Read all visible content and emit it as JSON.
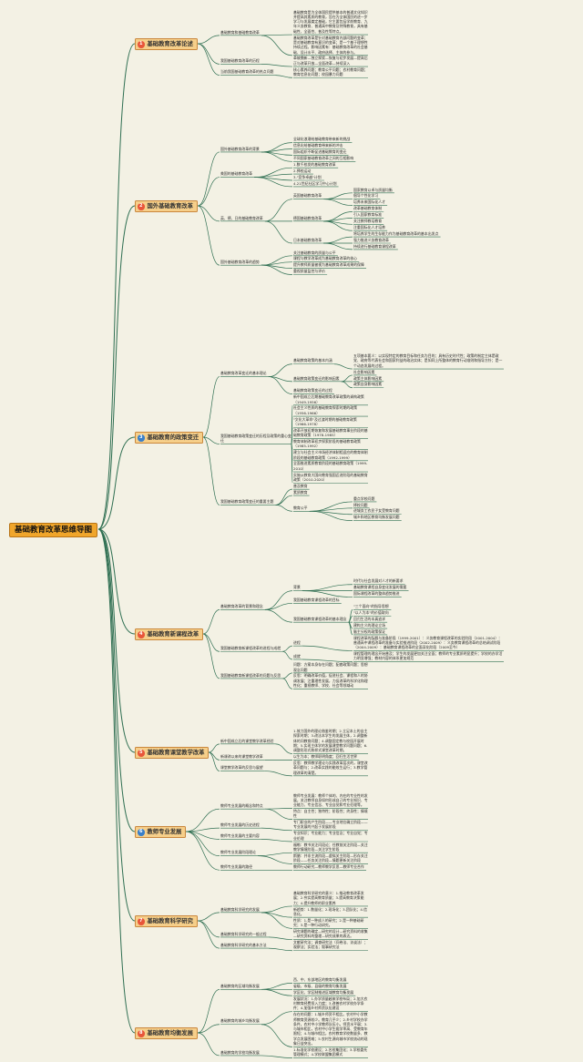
{
  "root": "基础教育改革思维导图",
  "colors": {
    "branch": "#2f6f52",
    "node": "#f6cf8a",
    "badge": "#e8553a",
    "badge_blue": "#3a7fc8",
    "root_fill": "#f0a62b"
  },
  "sections": [
    {
      "num": "1",
      "label": "基础教育改革论述",
      "color": "#e8553a",
      "children": [
        {
          "label": "基础教育和基础教育改革",
          "children": [
            {
              "label": "基础教育是为全体国民提供基本的普通文化知识并提高其素质的教育，旨在为全体国民的进一步学习与发展奠定基础，它主要包括学前教育、九年义务教育、普通高中教育及特殊教育，具有基础性、全面性、普及性等特点。"
            },
            {
              "label": "基础教育改革是针对基础教育内部问题的变革；是对基础教育有意识的变革；是一个基于理想性持续过程。影响因素有：基础教育改革的社会基础、设计水平、政府选择、主体的参与。"
            }
          ]
        },
        {
          "label": "我国基础教育改革的历程",
          "children": [
            {
              "label": "革故鼎新—独立探索—恢复与初步发展—提高后正与改革开放—全面改革—持续深入"
            }
          ]
        },
        {
          "label": "当前我国基础教育改革的热点问题",
          "children": [
            {
              "label": "核心素养问题；教育公平问题；农村教育问题；教育信息化问题；校园暴力问题"
            }
          ]
        }
      ]
    },
    {
      "num": "2",
      "label": "国外基础教育改革",
      "color": "#e8553a",
      "children": [
        {
          "label": "国外基础教育改革的背景",
          "children": [
            {
              "label": "全球化浪潮给基础教育带来新的挑战"
            },
            {
              "label": "信息化给基础教育带来新的冲击"
            },
            {
              "label": "国际组织不断促进基础教育的变迁"
            },
            {
              "label": "不同国家基础教育改革之间的互相影响"
            }
          ]
        },
        {
          "label": "美国的基础教育改革",
          "children": [
            {
              "label": "1.数千校发的基础教育改革"
            },
            {
              "label": "2.择校运动"
            },
            {
              "label": "3.\"竞争卓越\"计划"
            },
            {
              "label": "4.21世纪社区学习中心计划"
            }
          ]
        },
        {
          "label": "英、德、日的基础教育改革",
          "children": [
            {
              "label": "英国基础教育改革",
              "children": [
                {
                  "label": "国家教育以卓与质量均衡"
                },
                {
                  "label": "倡导个性化学习"
                },
                {
                  "label": "培养未来国际化人才"
                }
              ]
            },
            {
              "label": "德国基础教育改革",
              "children": [
                {
                  "label": "改革基础教育体制"
                },
                {
                  "label": "引入国家教育标准"
                },
                {
                  "label": "关注教师教培教育"
                },
                {
                  "label": "注重国际化人才培养"
                }
              ]
            },
            {
              "label": "日本基础教育改革",
              "children": [
                {
                  "label": "将培养学生的生存能力作为基础教育改革的基本出发点"
                },
                {
                  "label": "强力推进义务教育改革"
                },
                {
                  "label": "持续进行基础教育课程改革"
                }
              ]
            }
          ]
        },
        {
          "label": "国外基础教育改革的趋势",
          "children": [
            {
              "label": "关注基础教育的质量与公平"
            },
            {
              "label": "课程与教学改革成为基础教育改革的核心"
            },
            {
              "label": "提升教师质量被视为基础教育改革成果的保障"
            },
            {
              "label": "重视质量监控与评价"
            }
          ]
        }
      ]
    },
    {
      "num": "3",
      "label": "基础教育的政策变迁",
      "color": "#3a7fc8",
      "children": [
        {
          "label": "基础教育改革变迁的基本理论",
          "children": [
            {
              "label": "基础教育政策的基本内涵",
              "children": [
                {
                  "label": "五项基本要义：以实现特定的教育目标和任务为目的；具有历史时代性；政策的制定主体是政党、政府等代表社会和国家利益的政治实体；是如同上所整体的教育行动准则和指导方针；是一个动态发展的过程。"
                }
              ]
            },
            {
              "label": "基础教育政策变迁的影响因素",
              "children": [
                {
                  "label": "社会影响因素"
                },
                {
                  "label": "政策主体影响因素"
                },
                {
                  "label": "政策自身影响因素"
                }
              ]
            },
            {
              "label": "基础教育政策变迁的过程"
            }
          ]
        },
        {
          "label": "我国基础教育政策变迁的历程及政策的重心变迁",
          "children": [
            {
              "label": "新中国成立后期基础教育改革政策的调构政策（1949-1956）"
            },
            {
              "label": "社会主义性质的基础教育探索时期的政策（1956-1966）"
            },
            {
              "label": "\"文化大革命\"及过渡时期的基础教育政策（1966-1978）"
            },
            {
              "label": "改革开放初期恢复和发展基础教育事业阶段的基础教育政策（1978-1985）"
            },
            {
              "label": "教育体制改革初步探索阶段的基础教育政策（1985-1992）"
            },
            {
              "label": "建立与社会主义市场经济体制相适应的教育体制阶段的基础教育政策（1992-1999）"
            },
            {
              "label": "全面推进素质教育阶段的基础教育政策（1999-2010）"
            },
            {
              "label": "实施从教育大国向教育强国迈进阶段的基础教育政策（2010-2020）"
            }
          ]
        },
        {
          "label": "我国基础教育政策变迁的重要主题",
          "children": [
            {
              "label": "普及教育"
            },
            {
              "label": "素质教育"
            },
            {
              "label": "教育公平",
              "children": [
                {
                  "label": "重点学校问题"
                },
                {
                  "label": "择校问题"
                },
                {
                  "label": "进城务工农民子女受教育问题"
                },
                {
                  "label": "城乡和地区教育均衡发展问题"
                }
              ]
            }
          ]
        }
      ]
    },
    {
      "num": "4",
      "label": "基础教育新课程改革",
      "color": "#e8553a",
      "children": [
        {
          "label": "基础教育改革的背景和理念",
          "children": [
            {
              "label": "背景",
              "children": [
                {
                  "label": "时代与社会发展对人才的新要求"
                },
                {
                  "label": "基础教育课程自身变化发展的需要"
                },
                {
                  "label": "国际课程改革的整体趋势推进"
                }
              ]
            },
            {
              "label": "我国基础教育课程改革的目标"
            },
            {
              "label": "我国基础教育课程改革的基本理念",
              "children": [
                {
                  "label": "\"三个面向\"的指导思想"
                },
                {
                  "label": "\"以人为本\"的价值取向"
                },
                {
                  "label": "回归生活的本真追求"
                },
                {
                  "label": "建构主义的理论立场"
                },
                {
                  "label": "脑主分权的政策保证"
                }
              ]
            }
          ]
        },
        {
          "label": "我国基础教育新课程改革的进程与成就",
          "children": [
            {
              "label": "进程",
              "children": [
                {
                  "label": "课程改革的酝酿与准备阶段（1999-2001）：义务教育课程改革的实验阶段（2001-2004）：普通高中课程改革的准备与实验推进阶段（2002-2009）：义务教育课程改革的总结调试阶段（2004-2009）：基础教育课程改革的全面深化阶段（2009至今）"
                }
              ]
            },
            {
              "label": "成就",
              "children": [
                {
                  "label": "课程管理的理念开始普及；学生的发展更加关注全面；教师的专业素质明显提升；学校的办学活力明显增强；教材内容的体系更加规范"
                }
              ]
            }
          ]
        },
        {
          "label": "我国基础教育新课程改革的问题与反思",
          "children": [
            {
              "label": "问题：方案本身存在问题；配套政策问题；思想观念问题"
            },
            {
              "label": "反思：明确改革价值，促进社会、课程和人的协调发展；注重理性发展，力促改革的科学化和理性化；重视教师、学校、社会等领域动"
            }
          ]
        }
      ]
    },
    {
      "num": "5",
      "label": "基础教育课堂教学改革",
      "color": "#e8553a",
      "children": [
        {
          "label": "新中国成立后的课堂教学改革经验",
          "children": [
            {
              "label": "1.效力国外的理论借鉴时期；2.立足本土的自主探索时期；3.改法本学生的发展主体，2.调整新体的问教育问题；4.调整固定教与校园开展时期；5.实现主体学的发展课堂教学问题问题；6.调整形形式和样式课堂改革时期。"
            }
          ]
        },
        {
          "label": "新课改以来的课堂教学改革",
          "children": [
            {
              "label": "以生为本；教师职明角度；回归生活世界"
            }
          ]
        },
        {
          "label": "课堂教学改革的反思与展望",
          "children": [
            {
              "label": "反思：教师教学理论与实践改革层次的，课堂改革问题与；2.改革实践的能效生运行；3.教学管理改革的清楚。"
            }
          ]
        }
      ]
    },
    {
      "num": "6",
      "label": "教师专业发展",
      "color": "#3a7fc8",
      "children": [
        {
          "label": "教师专业发展的概念和特点",
          "children": [
            {
              "label": "教师专业发展：教师个体的、内在的专业性的发展，关注教师自身如何形成自己的专业知识、专业能力、专业信念、专业自觉和专业伦理等。"
            },
            {
              "label": "特点：自主性；独特性；阶段性；终身性；情境性"
            }
          ]
        },
        {
          "label": "教师专业发展的历史进程",
          "children": [
            {
              "label": "专门职业的产生阶段——专业地位确立阶段——专业发展的兴起于发展阶段"
            }
          ]
        },
        {
          "label": "教师专业发展的主要内容",
          "children": [
            {
              "label": "专业知识；专业能力；专业信念；专业自觉；专业伦理"
            }
          ]
        },
        {
          "label": "教师专业发展阶段理论",
          "children": [
            {
              "label": "福勒：教书关注问段论；任教前关注阶段—关注教学情境阶段—关注学生阶段"
            },
            {
              "label": "斯腊：并非主流阶段—虚拟关主阶段—形存关注阶段——任务关注阶段—情题更新关注阶段"
            }
          ]
        },
        {
          "label": "教师专业发展的路径",
          "children": [
            {
              "label": "教师行动研究—教师教学反思—教师专业合作"
            }
          ]
        }
      ]
    },
    {
      "num": "7",
      "label": "基础教育科学研究",
      "color": "#e8553a",
      "children": [
        {
          "label": "基础教育科学研究的发展",
          "children": [
            {
              "label": "基础教育科学研究的意义：1.推动教育改革发展；2.夯实提高教育质量；3.提高教育决策能力；4.提升教师的职业素养"
            },
            {
              "label": "新趋势：1.数量化；2.现场化；3.团队化；4.信息化。"
            },
            {
              "label": "性质：1.是一种成人的研究；2.是一种基础研究；3.是一种行动研究。"
            }
          ]
        },
        {
          "label": "基础教育科学研究的一般过程",
          "children": [
            {
              "label": "研究课题的确定—研究的设计—研究资料的收集—研究资料的整理—研究成果的表达。"
            }
          ]
        },
        {
          "label": "基础教育科学研究的基本方法",
          "children": [
            {
              "label": "文献研究法；调查研究法（问卷法、访谈法）；观察法；实验法；叙事研究法"
            }
          ]
        }
      ]
    },
    {
      "num": "8",
      "label": "基础教育均衡发展",
      "color": "#e8553a",
      "children": [
        {
          "label": "基础教育的区域均衡发展",
          "children": [
            {
              "label": "西、中、东部地区的教育均衡发展"
            },
            {
              "label": "省级、市级、县级的教育均衡发展"
            },
            {
              "label": "学区化、学区制推进区域教育均衡发展"
            }
          ]
        },
        {
          "label": "基础教育的城乡均衡发展",
          "children": [
            {
              "label": "发展状况：1.办学质量越来学校布局；2.加大农村教育经费投入力度；3.改善农村学校办学条件；4.加强乡村师资队伍建设"
            },
            {
              "label": "存在的问题：1.城乡师资不相比。农村中小学教师教育资源较少。教育几乎少；2.乡村学校办学条件，农村中小学教师队伍小。师资水平弱；3.与城市相比，农村中小学生辍学率高、受教育年限短；4.与城市相比，农村教育学校数量多、教学点发展困难；5.农村生源向城市学校流动的现象日益突出。"
            }
          ]
        },
        {
          "label": "基础教育的学校均衡发展",
          "children": [
            {
              "label": "1.标准化学校建设；2.名校集团化；3.学校委托管理模式；4.学校联盟集团模式"
            }
          ]
        }
      ]
    }
  ]
}
